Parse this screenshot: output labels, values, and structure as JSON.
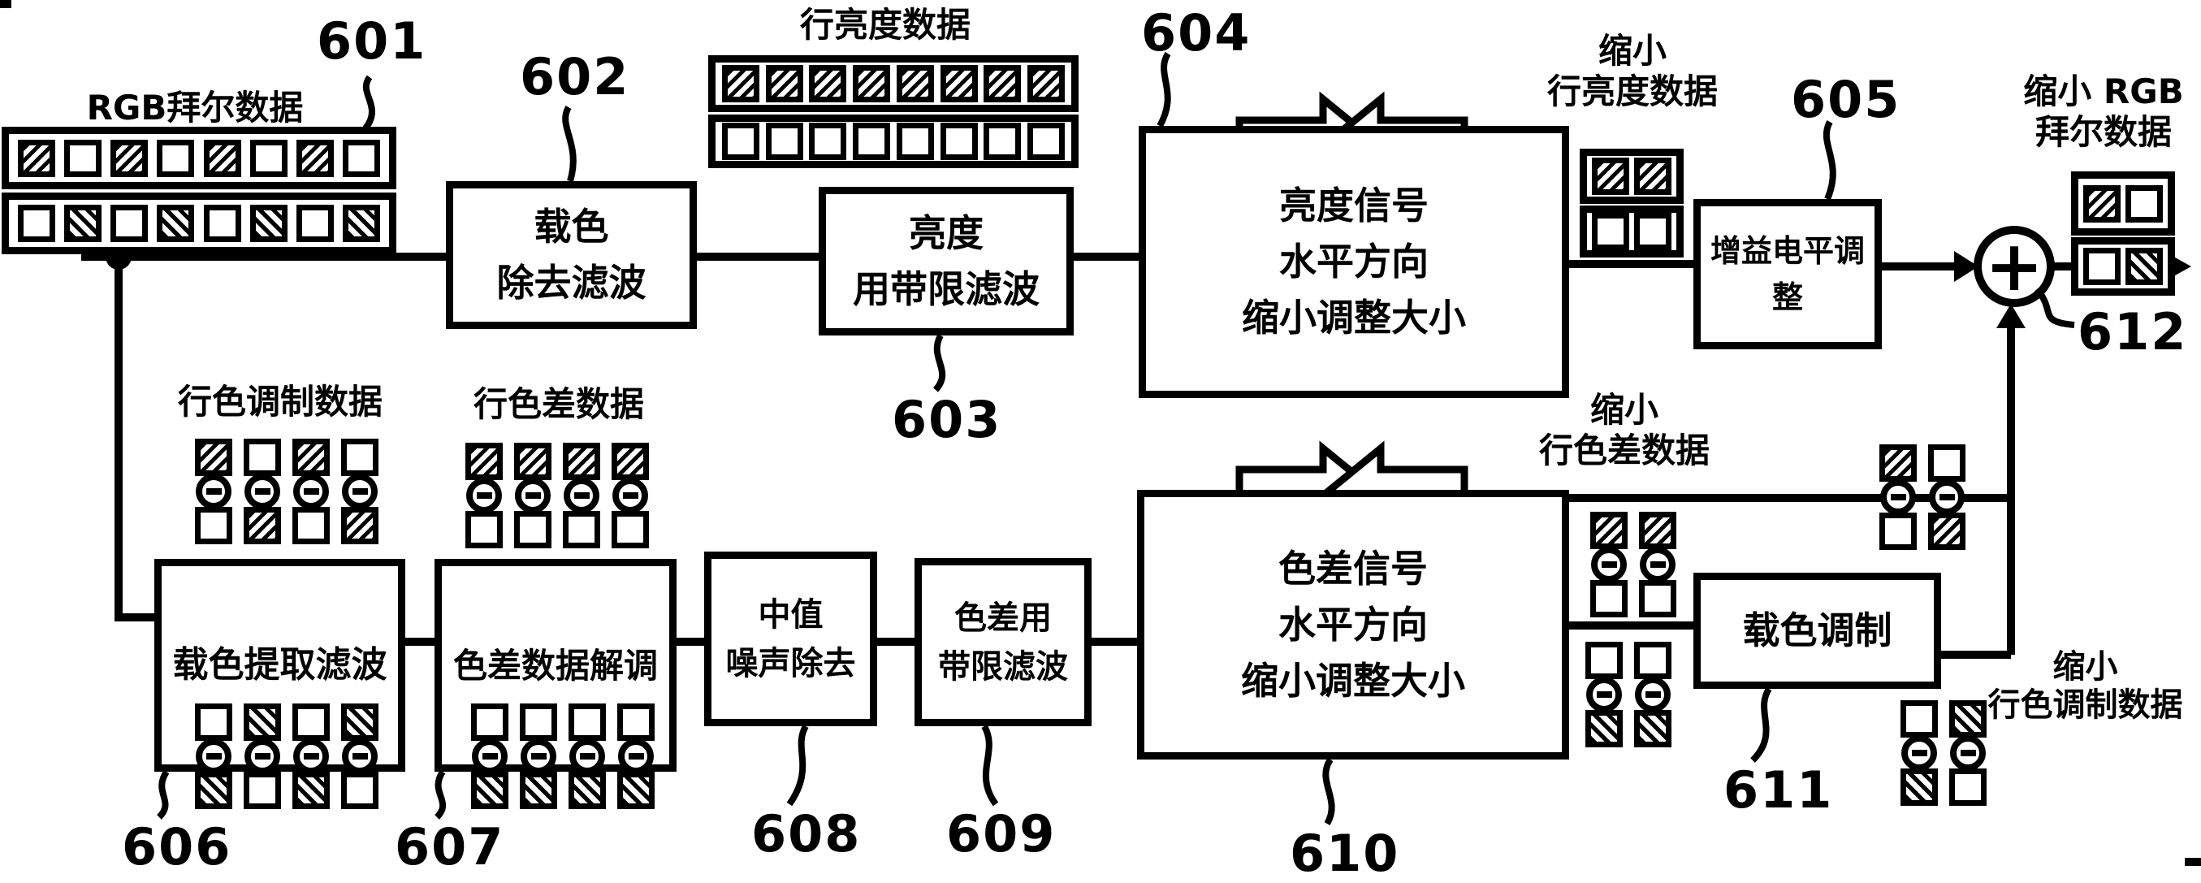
{
  "colors": {
    "ink": "#000000",
    "paper": "#ffffff"
  },
  "refs": {
    "r601": "601",
    "r602": "602",
    "r603": "603",
    "r604": "604",
    "r605": "605",
    "r606": "606",
    "r607": "607",
    "r608": "608",
    "r609": "609",
    "r610": "610",
    "r611": "611",
    "r612": "612"
  },
  "blocks": {
    "b602": {
      "l1": "载色",
      "l2": "除去滤波"
    },
    "b603": {
      "l1": "亮度",
      "l2": "用带限滤波"
    },
    "b604": {
      "l1": "亮度信号",
      "l2": "水平方向",
      "l3": "缩小调整大小"
    },
    "b605": {
      "l1": "增益电平调整"
    },
    "b606": {
      "l1": "载色提取滤波"
    },
    "b607": {
      "l1": "色差数据解调"
    },
    "b608": {
      "l1": "中值",
      "l2": "噪声除去"
    },
    "b609": {
      "l1": "色差用",
      "l2": "带限滤波"
    },
    "b610": {
      "l1": "色差信号",
      "l2": "水平方向",
      "l3": "缩小调整大小"
    },
    "b611": {
      "l1": "载色调制"
    }
  },
  "labels": {
    "rgb_bayer": "RGB拜尔数据",
    "row_luma": "行亮度数据",
    "shrunk_luma_1": "缩小",
    "shrunk_luma_2": "行亮度数据",
    "shrunk_rgb_1": "缩小 RGB",
    "shrunk_rgb_2": "拜尔数据",
    "row_mod": "行色调制数据",
    "row_diff": "行色差数据",
    "shrunk_diff_1": "缩小",
    "shrunk_diff_2": "行色差数据",
    "shrunk_mod_1": "缩小",
    "shrunk_mod_2": "行色调制数据",
    "adder_plus": "+"
  },
  "grids": {
    "bayer_row1": [
      "h",
      "e",
      "h",
      "e",
      "h",
      "e",
      "h",
      "e"
    ],
    "bayer_row2": [
      "e",
      "b",
      "e",
      "b",
      "e",
      "b",
      "e",
      "b"
    ],
    "luma_row1": [
      "h",
      "h",
      "h",
      "h",
      "h",
      "h",
      "h",
      "h"
    ],
    "luma_row2": [
      "e",
      "e",
      "e",
      "e",
      "e",
      "e",
      "e",
      "e"
    ],
    "shrunk_luma_row1": [
      "h",
      "h"
    ],
    "shrunk_luma_row2": [
      "e",
      "e"
    ],
    "shrunk_rgb_row1": [
      "h",
      "e"
    ],
    "shrunk_rgb_row2": [
      "e",
      "b"
    ],
    "mod_group": {
      "top": [
        "h",
        "e",
        "h",
        "e"
      ],
      "bottom": [
        "e",
        "h",
        "e",
        "h"
      ]
    },
    "diff_group": {
      "top": [
        "h",
        "h",
        "h",
        "h"
      ],
      "bottom": [
        "e",
        "e",
        "e",
        "e"
      ]
    },
    "out606_group": {
      "top": [
        "e",
        "b",
        "e",
        "b"
      ],
      "bottom": [
        "b",
        "e",
        "b",
        "e"
      ]
    },
    "out607_group": {
      "top": [
        "e",
        "e",
        "e",
        "e"
      ],
      "bottom": [
        "b",
        "b",
        "b",
        "b"
      ]
    },
    "shrunk_diff_up": {
      "top": [
        "h",
        "h"
      ],
      "bottom": [
        "e",
        "e"
      ]
    },
    "shrunk_diff_lo": {
      "top": [
        "e",
        "e"
      ],
      "bottom": [
        "b",
        "b"
      ]
    },
    "right_up": {
      "top": [
        "h",
        "e"
      ],
      "bottom": [
        "e",
        "h"
      ]
    },
    "right_lo": {
      "top": [
        "e",
        "b"
      ],
      "bottom": [
        "b",
        "e"
      ]
    }
  }
}
